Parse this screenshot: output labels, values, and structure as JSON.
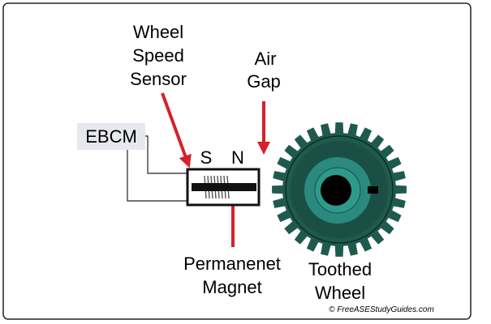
{
  "labels": {
    "sensor_line1": "Wheel",
    "sensor_line2": "Speed",
    "sensor_line3": "Sensor",
    "gap_line1": "Air",
    "gap_line2": "Gap",
    "ebcm": "EBCM",
    "pole_s": "S",
    "pole_n": "N",
    "magnet_line1": "Permanenet",
    "magnet_line2": "Magnet",
    "wheel_line1": "Toothed",
    "wheel_line2": "Wheel",
    "credit": "© FreeASEStudyGuides.com"
  },
  "colors": {
    "arrow": "#d9202a",
    "tooth": "#1f5a4e",
    "wheel_dark": "#1b4f45",
    "wheel_mid": "#2a8a7e",
    "ebcm_box": "#e6e8ee"
  },
  "wheel": {
    "teeth": 28
  }
}
